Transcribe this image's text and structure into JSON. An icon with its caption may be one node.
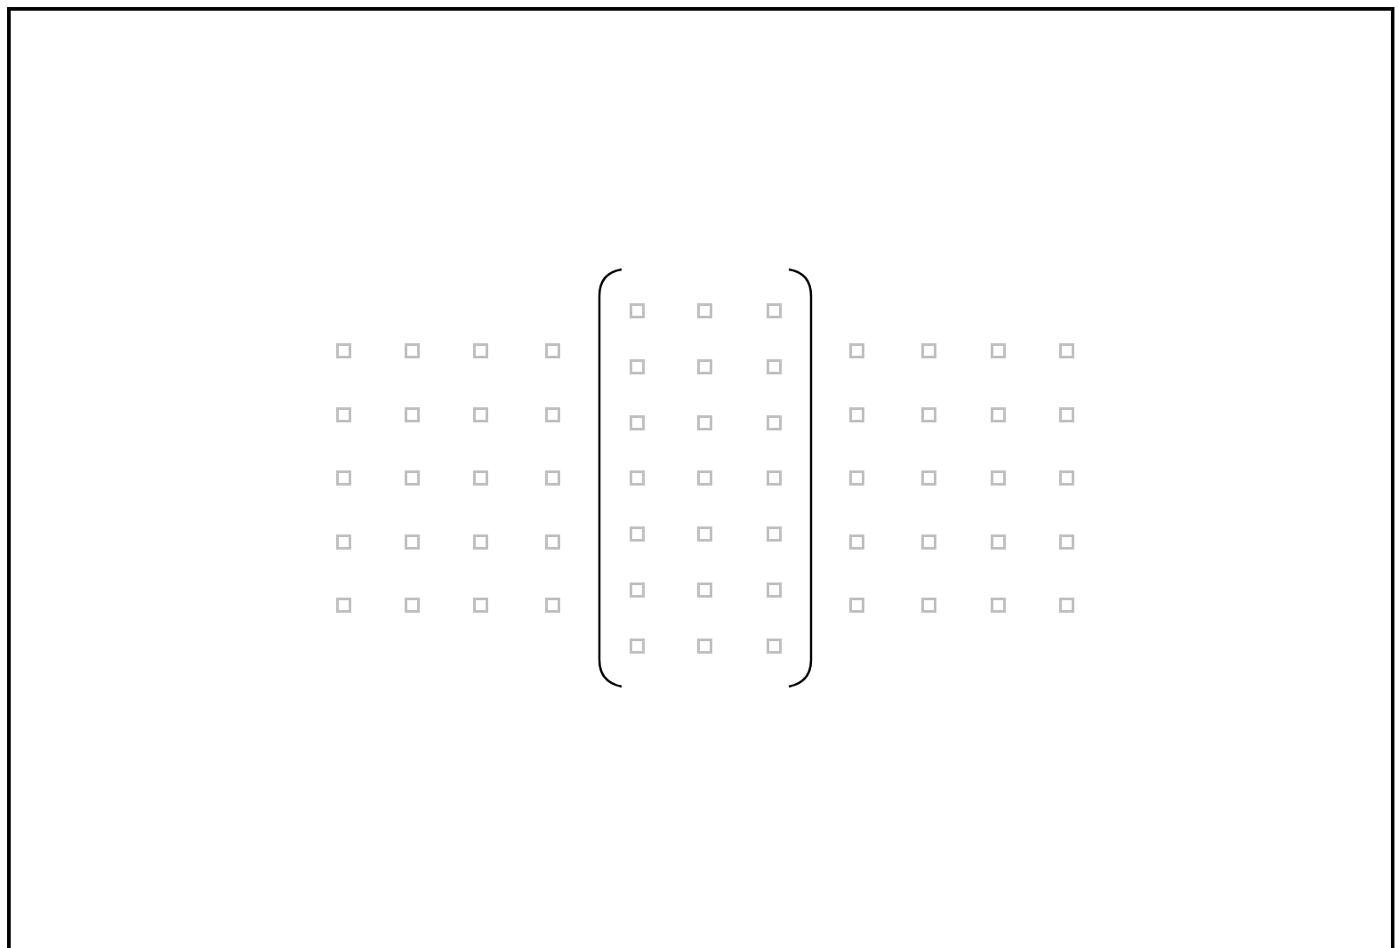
{
  "diagram": {
    "nodes": [
      {
        "text": [],
        "shape": "box"
      },
      {
        "text": [],
        "shape": "box"
      },
      {
        "text": [],
        "shape": "box"
      },
      {
        "text": [],
        "shape": "box"
      },
      {
        "text": [],
        "shape": "box"
      },
      {
        "text": [],
        "shape": "box"
      },
      {
        "text": [],
        "shape": "box"
      },
      {
        "text": [],
        "shape": "box"
      },
      {
        "text": [],
        "shape": "box"
      },
      {
        "text": [],
        "shape": "box"
      },
      {
        "text": [],
        "shape": "box"
      },
      {
        "text": [],
        "shape": "box"
      },
      {
        "text": [],
        "shape": "box"
      },
      {
        "text": [],
        "shape": "box"
      },
      {
        "text": [],
        "shape": "box"
      },
      {
        "text": [],
        "shape": "box"
      },
      {
        "text": [],
        "shape": "box"
      },
      {
        "text": [],
        "shape": "box"
      },
      {
        "text": [],
        "shape": "box"
      },
      {
        "text": [],
        "shape": "box"
      },
      {
        "text": [],
        "shape": "box"
      },
      {
        "text": [],
        "shape": "box"
      },
      {
        "text": [],
        "shape": "box"
      },
      {
        "text": [],
        "shape": "box"
      },
      {
        "text": [],
        "shape": "box"
      },
      {
        "text": [],
        "shape": "box"
      },
      {
        "text": [],
        "shape": "box"
      },
      {
        "text": [],
        "shape": "box"
      },
      {
        "text": [],
        "shape": "box"
      },
      {
        "text": [],
        "shape": "box"
      },
      {
        "text": [],
        "shape": "box"
      },
      {
        "text": [],
        "shape": "box"
      },
      {
        "text": [],
        "shape": "box"
      },
      {
        "text": [],
        "shape": "box"
      },
      {
        "text": [],
        "shape": "box"
      },
      {
        "text": [],
        "shape": "box"
      },
      {
        "text": [],
        "shape": "box"
      },
      {
        "text": [],
        "shape": "box"
      },
      {
        "text": [],
        "shape": "box"
      },
      {
        "text": [],
        "shape": "box"
      },
      {
        "text": [],
        "shape": "box"
      },
      {
        "text": [],
        "shape": "box"
      },
      {
        "text": [],
        "shape": "box"
      },
      {
        "text": [],
        "shape": "box"
      },
      {
        "text": [],
        "shape": "box"
      },
      {
        "text": [],
        "shape": "box"
      },
      {
        "text": [],
        "shape": "box"
      },
      {
        "text": [],
        "shape": "box"
      },
      {
        "text": [],
        "shape": "box"
      },
      {
        "text": [],
        "shape": "box"
      },
      {
        "text": [],
        "shape": "box"
      },
      {
        "text": [],
        "shape": "box"
      },
      {
        "text": [],
        "shape": "box"
      },
      {
        "text": [],
        "shape": "box"
      },
      {
        "text": [],
        "shape": "box"
      },
      {
        "text": [],
        "shape": "box"
      },
      {
        "text": [],
        "shape": "box"
      },
      {
        "text": [],
        "shape": "box"
      },
      {
        "text": [],
        "shape": "box"
      },
      {
        "text": [],
        "shape": "box"
      },
      {
        "text": [],
        "shape": "box"
      }
    ]
  }
}
